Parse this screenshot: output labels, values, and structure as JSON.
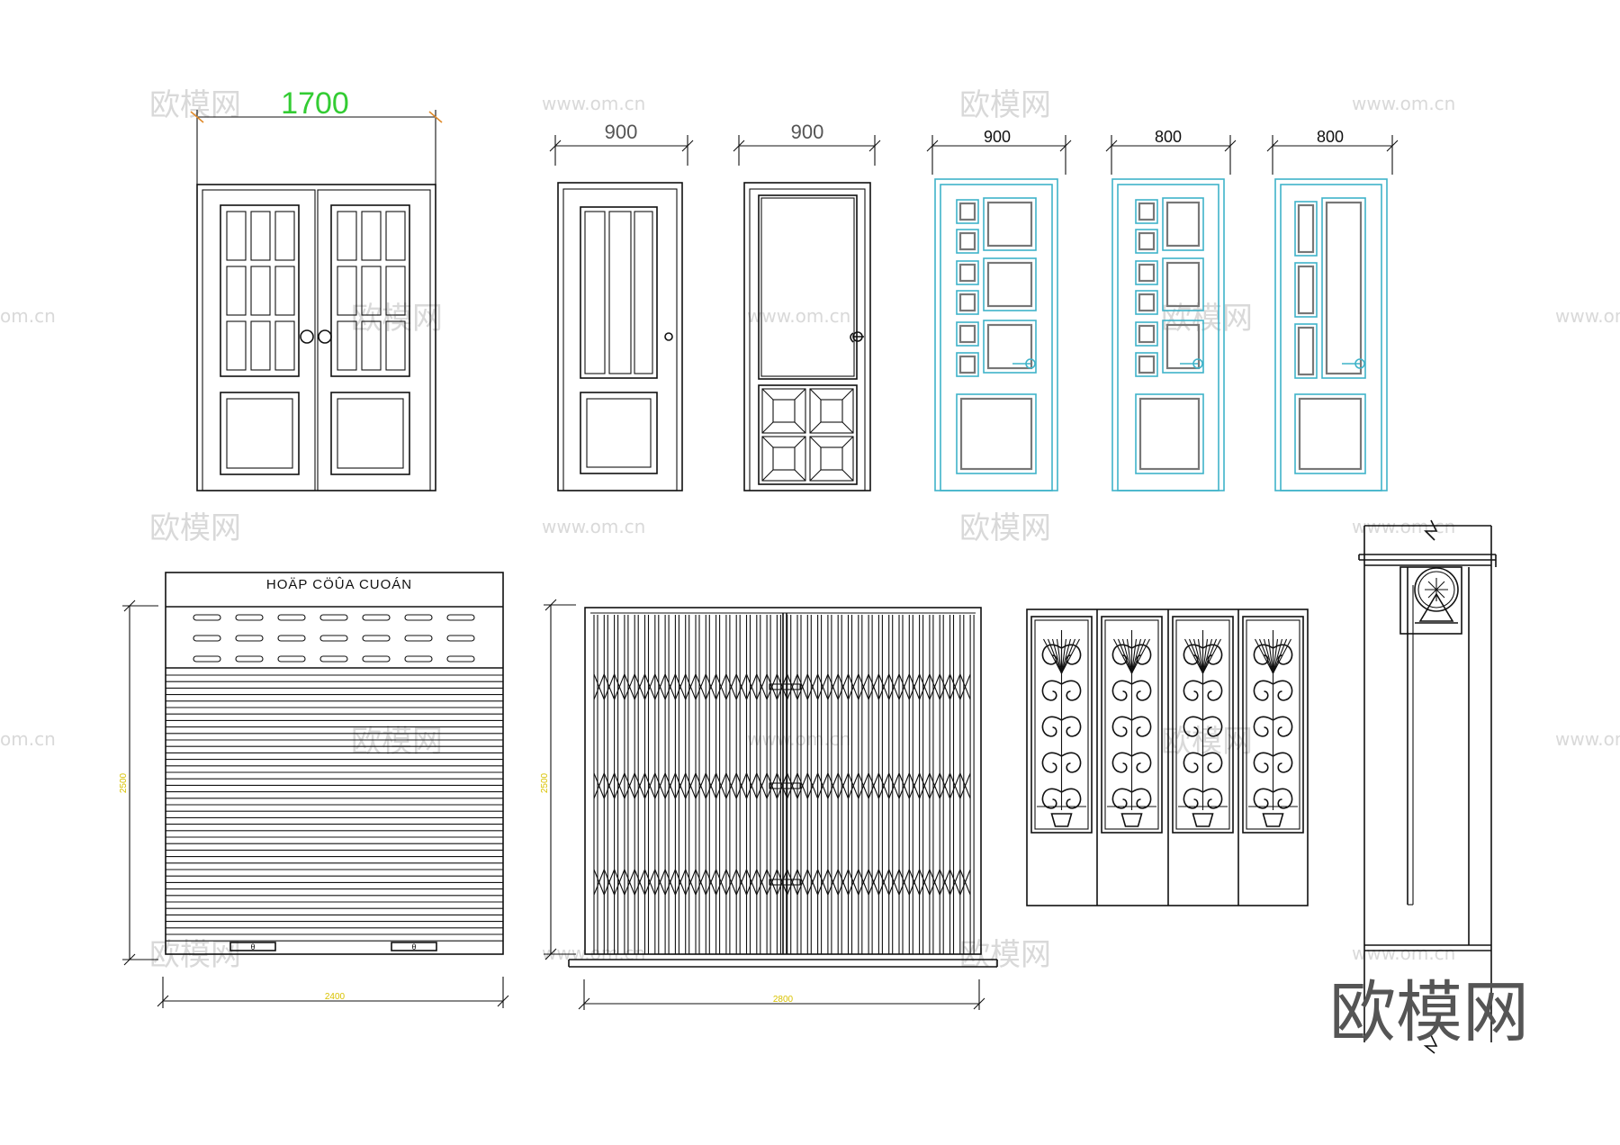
{
  "dimensions": {
    "double_door_width": "1700",
    "door_2_width": "900",
    "door_3_width": "900",
    "door_4_width": "900",
    "door_5_width": "800",
    "door_6_width": "800",
    "shutter_height": "2500",
    "shutter_width": "2400",
    "grille_height": "2500",
    "grille_width": "2800"
  },
  "labels": {
    "shutter_box": "HOÄP CÖÛA CUOÁN"
  },
  "watermarks": {
    "brand": "欧模网",
    "site": "www.om.cn",
    "site_short": "om.cn"
  },
  "colors": {
    "line": "#111111",
    "cyan": "#3fb3c9",
    "gray_inner": "#777777",
    "green_dim": "#33cc33",
    "orange_tick": "#e08a2a",
    "yellow_dim": "#d9c200"
  }
}
